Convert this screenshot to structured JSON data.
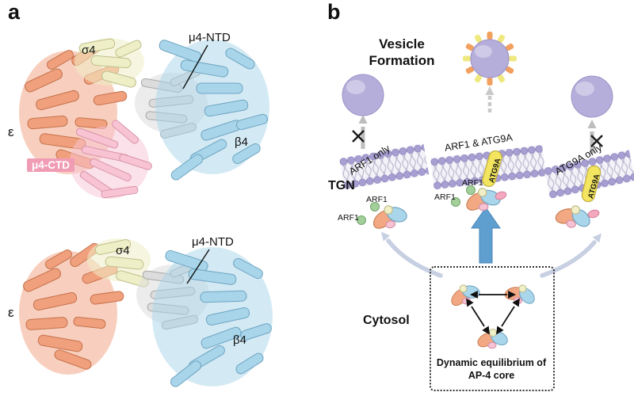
{
  "panel_a": {
    "label": "a",
    "top": {
      "sigma4": "σ4",
      "mu4_ntd": "μ4-NTD",
      "epsilon": "ε",
      "beta4": "β4",
      "mu4_ctd": "μ4-CTD"
    },
    "bottom": {
      "sigma4": "σ4",
      "mu4_ntd": "μ4-NTD",
      "epsilon": "ε",
      "beta4": "β4"
    }
  },
  "panel_b": {
    "label": "b",
    "vesicle_formation": "Vesicle Formation",
    "tgn": "TGN",
    "cytosol": "Cytosol",
    "membrane_labels": {
      "left": "ARF1 only",
      "middle": "ARF1 & ATG9A",
      "right": "ATG9A only"
    },
    "protein_labels": {
      "arf1": "ARF1",
      "atg9a": "ATG9A"
    },
    "equilibrium_caption": "Dynamic equilibrium of AP-4 core"
  },
  "colors": {
    "epsilon_orange": "#F1A07E",
    "sigma_yellow": "#EFEFC7",
    "mu4_ctd_pink": "#F8C4D3",
    "mu4_ntd_grey": "#DCDCDC",
    "beta_blue": "#A8D5E9",
    "membrane_purple": "#A79ED1",
    "vesicle_purple": "#B6AEDA",
    "arf1_green": "#A3CF9B",
    "atg9a_yellow": "#F3E55F",
    "recruit_arrow_blue": "#5E9FD0",
    "label_tag_pink": "#F09CB5"
  }
}
